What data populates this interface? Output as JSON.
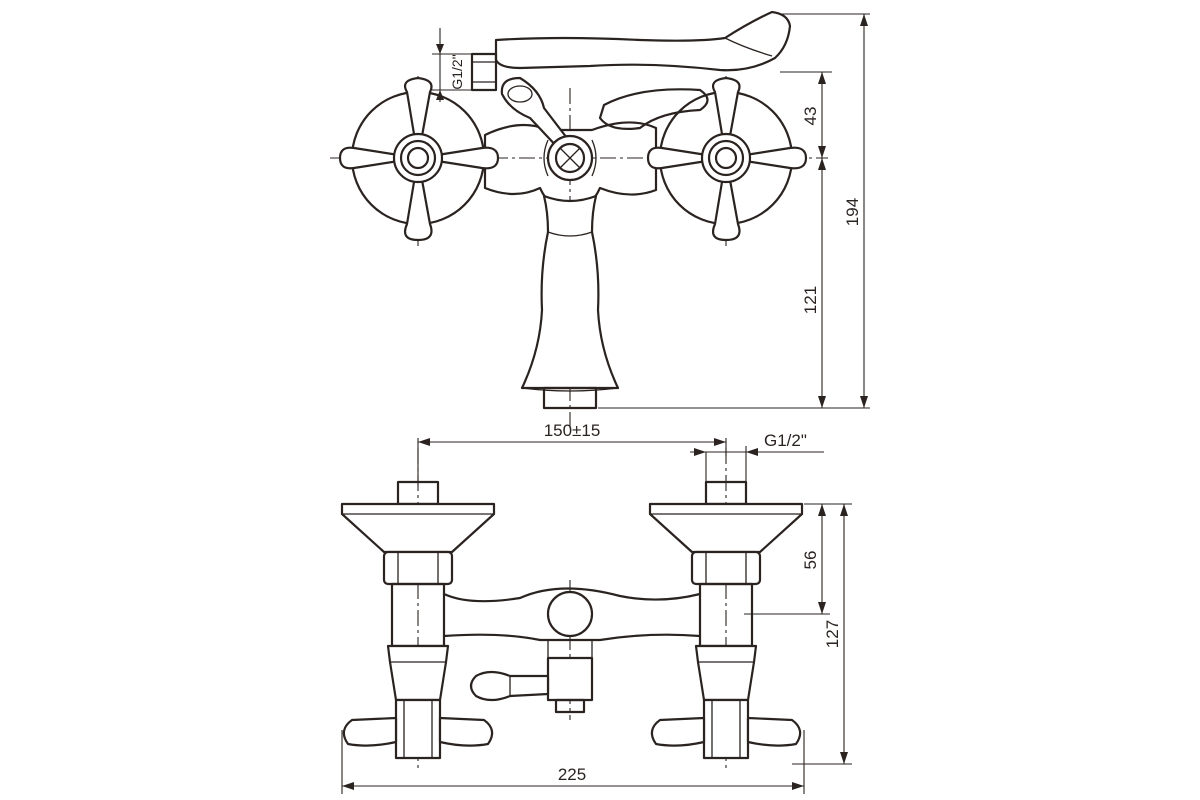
{
  "dimensions": {
    "side_view": {
      "connection_thread": "G1/2\"",
      "d43": "43",
      "d121": "121",
      "d194": "194"
    },
    "front_view": {
      "center_distance": "150±15",
      "connection_thread": "G1/2\"",
      "d56": "56",
      "d127": "127",
      "d225": "225"
    }
  }
}
